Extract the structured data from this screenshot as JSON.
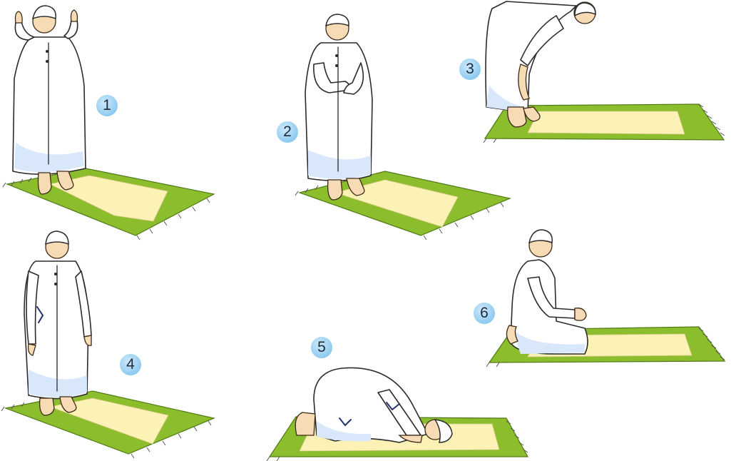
{
  "steps": [
    {
      "number": "1",
      "pose": "takbir-standing"
    },
    {
      "number": "2",
      "pose": "qiyam-hands-folded"
    },
    {
      "number": "3",
      "pose": "ruku-bowing"
    },
    {
      "number": "4",
      "pose": "standing-arms-at-sides"
    },
    {
      "number": "5",
      "pose": "sujud-prostration"
    },
    {
      "number": "6",
      "pose": "jalsa-sitting"
    }
  ],
  "colors": {
    "mat_green": "#8cbd2c",
    "mat_inner": "#fdf2b5",
    "badge_blue": "#8fcbf0",
    "robe_shade": "#d9e7fb",
    "skin": "#f7dbb5"
  }
}
